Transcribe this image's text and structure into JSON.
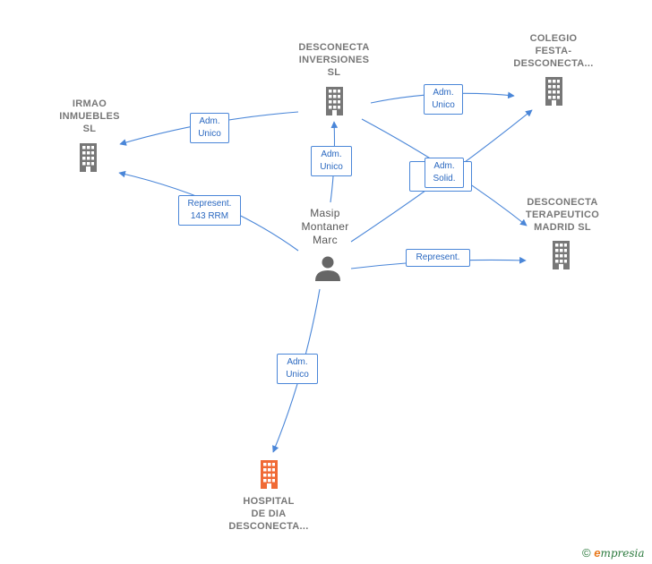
{
  "nodes": {
    "desconecta_inversiones": {
      "lines": [
        "DESCONECTA",
        "INVERSIONES",
        "SL"
      ],
      "type": "company"
    },
    "colegio_festa": {
      "lines": [
        "COLEGIO",
        "FESTA-",
        "DESCONECTA..."
      ],
      "type": "company"
    },
    "irmao_inmuebles": {
      "lines": [
        "IRMAO",
        "INMUEBLES",
        "SL"
      ],
      "type": "company"
    },
    "desconecta_terapeutico": {
      "lines": [
        "DESCONECTA",
        "TERAPEUTICO",
        "MADRID  SL"
      ],
      "type": "company"
    },
    "hospital_dia": {
      "lines": [
        "HOSPITAL",
        "DE DIA",
        "DESCONECTA..."
      ],
      "type": "company-highlight"
    },
    "person": {
      "lines": [
        "Masip",
        "Montaner",
        "Marc"
      ],
      "type": "person"
    }
  },
  "edges": {
    "adm_unico_irmao": [
      "Adm.",
      "Unico"
    ],
    "adm_unico_colegio": [
      "Adm.",
      "Unico"
    ],
    "adm_unico_inversiones": [
      "Adm.",
      "Unico"
    ],
    "represent_irmao": [
      "Represent.",
      "143 RRM"
    ],
    "represent_hidden": [
      "R...",
      "1..."
    ],
    "adm_solid": [
      "Adm.",
      "Solid."
    ],
    "represent_terapeutico": [
      "Represent."
    ],
    "adm_unico_hospital": [
      "Adm.",
      "Unico"
    ]
  },
  "colors": {
    "edge": "#4a86d8",
    "company_icon": "#777777",
    "highlight_icon": "#f06a35",
    "person_icon": "#666666"
  },
  "watermark": {
    "symbol": "©",
    "e": "e",
    "rest": "mpresia"
  }
}
